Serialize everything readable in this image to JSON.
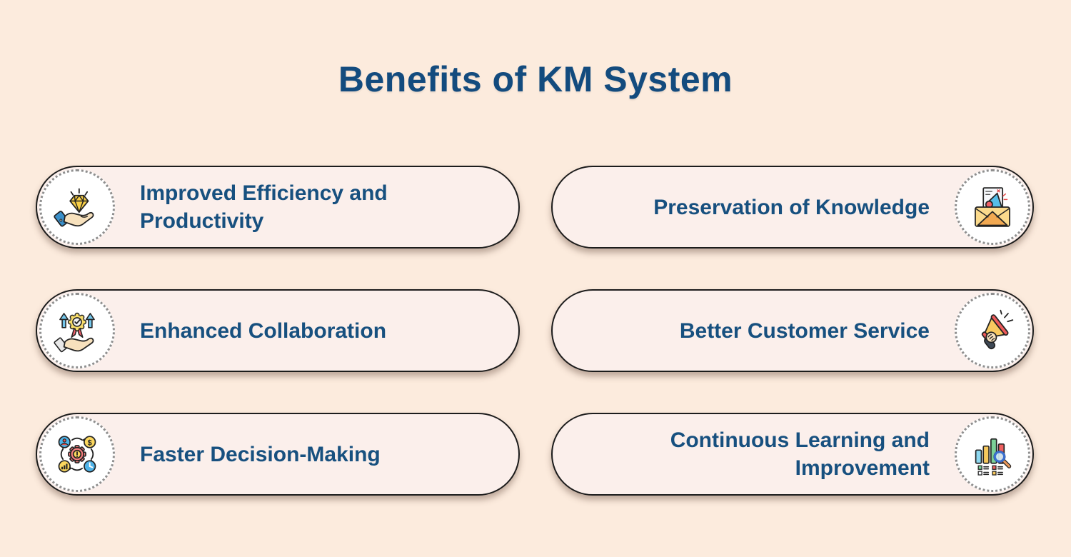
{
  "header": {
    "title": "Benefits of KM System"
  },
  "theme": {
    "page_bg": "#FCEBDD",
    "card_bg": "#FBEFEB",
    "card_border": "#1C1C1C",
    "text_color": "#17507F",
    "title_color": "#134B7E",
    "circle_bg": "#FFFFFF",
    "circle_dot_color": "#8F8F8F"
  },
  "icon_palette": {
    "yellow": "#F7CE46",
    "orange": "#F2A952",
    "red": "#EE5F66",
    "blue": "#4FB3E8",
    "dark_blue_ring": "#3A6FD0",
    "green": "#7BD098",
    "skin": "#F7E1BD",
    "cuff_blue": "#3A8FC9",
    "outline": "#222222"
  },
  "cards": [
    {
      "label": "Improved Efficiency and Productivity",
      "icon": "diamond-hand-icon",
      "side": "left"
    },
    {
      "label": "Preservation of Knowledge",
      "icon": "envelope-announcement-icon",
      "side": "right"
    },
    {
      "label": "Enhanced Collaboration",
      "icon": "award-hand-icon",
      "side": "left"
    },
    {
      "label": "Better Customer Service",
      "icon": "megaphone-hand-icon",
      "side": "right"
    },
    {
      "label": "Faster Decision-Making",
      "icon": "decision-cycle-icon",
      "side": "left"
    },
    {
      "label": "Continuous Learning and Improvement",
      "icon": "chart-magnifier-icon",
      "side": "right"
    }
  ]
}
